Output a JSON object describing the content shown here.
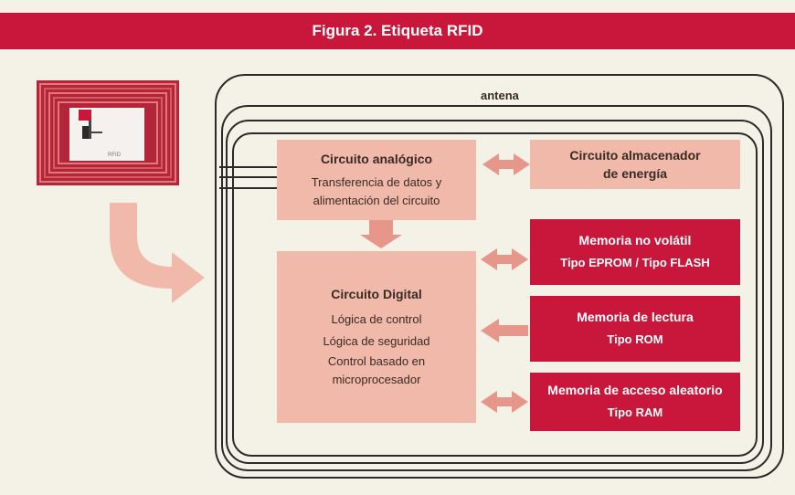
{
  "title": "Figura 2. Etiqueta RFID",
  "antenna_label": "antena",
  "rfid_tag_image": {
    "tiny_text": "RFID"
  },
  "boxes": {
    "analog": {
      "title": "Circuito analógico",
      "lines": [
        "Transferencia de datos y",
        "alimentación del circuito"
      ]
    },
    "energy": {
      "title_lines": [
        "Circuito almacenador",
        "de energía"
      ]
    },
    "digital": {
      "title": "Circuito Digital",
      "lines": [
        "Lógica de control",
        "Lógica de seguridad",
        "Control basado en",
        "microprocesador"
      ]
    },
    "nonvolatile": {
      "title": "Memoria no volátil",
      "subtitle": "Tipo EPROM / Tipo FLASH"
    },
    "read": {
      "title": "Memoria de lectura",
      "subtitle": "Tipo ROM"
    },
    "random": {
      "title": "Memoria de acceso aleatorio",
      "subtitle": "Tipo RAM"
    }
  },
  "colors": {
    "accent_red": "#c8173a",
    "light_box": "#f0b9aa",
    "arrow": "#e7968a",
    "background": "#f4f1e6"
  }
}
